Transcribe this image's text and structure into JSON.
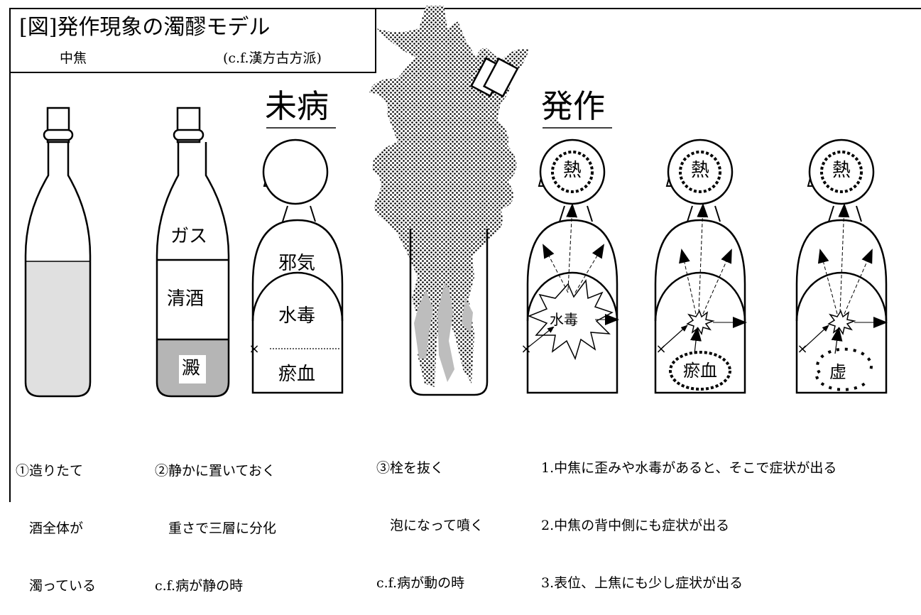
{
  "title": {
    "main": "[図]発作現象の濁醪モデル",
    "sub_left": "中焦",
    "sub_right": "(c.f.漢方古方派)"
  },
  "headings": {
    "mibyou": "未病",
    "hossa": "発作"
  },
  "bottle2_layers": {
    "gas": "ガス",
    "seishu": "清酒",
    "ori": "澱"
  },
  "figure_calm": {
    "jaki": "邪気",
    "suidoku": "水毒",
    "oketsu": "瘀血"
  },
  "figure_attack1": {
    "netsu": "熱",
    "burst": "水毒"
  },
  "figure_attack2": {
    "netsu": "熱",
    "oketsu": "瘀血"
  },
  "figure_attack3": {
    "netsu": "熱",
    "kyo": "虚"
  },
  "captions": {
    "c1": [
      "①造りたて",
      "　酒全体が",
      "　濁っている"
    ],
    "c2": [
      "②静かに置いておく",
      "　重さで三層に分化",
      "c.f.病が静の時"
    ],
    "c3": [
      "③栓を抜く",
      "　泡になって噴く",
      "c.f.病が動の時"
    ],
    "c4": [
      "1.中焦に歪みや水毒があると、そこで症状が出る",
      "2.中焦の背中側にも症状が出る",
      "3.表位、上焦にも少し症状が出る"
    ]
  },
  "colors": {
    "liquid_light": "#e0e0e0",
    "sediment": "#b5b5b5",
    "spray": "#bdbdbd",
    "ink": "#000000"
  }
}
